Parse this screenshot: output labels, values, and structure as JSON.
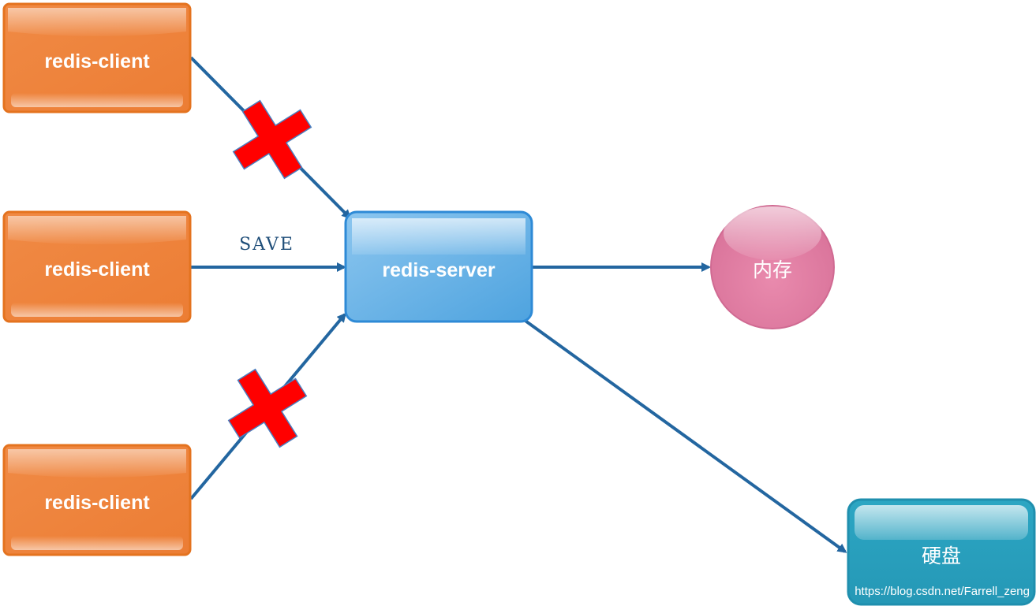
{
  "nodes": {
    "client_top": {
      "label": "redis-client"
    },
    "client_middle": {
      "label": "redis-client"
    },
    "client_bottom": {
      "label": "redis-client"
    },
    "server": {
      "label": "redis-server"
    },
    "memory": {
      "label": "内存"
    },
    "disk": {
      "label": "硬盘"
    }
  },
  "edges": {
    "client_middle_to_server": {
      "label": "SAVE"
    }
  },
  "watermark": "https://blog.csdn.net/Farrell_zeng",
  "colors": {
    "client": "#ee8640",
    "client_border": "#e4731f",
    "server": "#5aa9e2",
    "server_border": "#2e8ad6",
    "memory": "#e07fa3",
    "disk": "#2a9fbd",
    "arrow": "#2366a0",
    "blocked_mark": "#ff0000"
  }
}
